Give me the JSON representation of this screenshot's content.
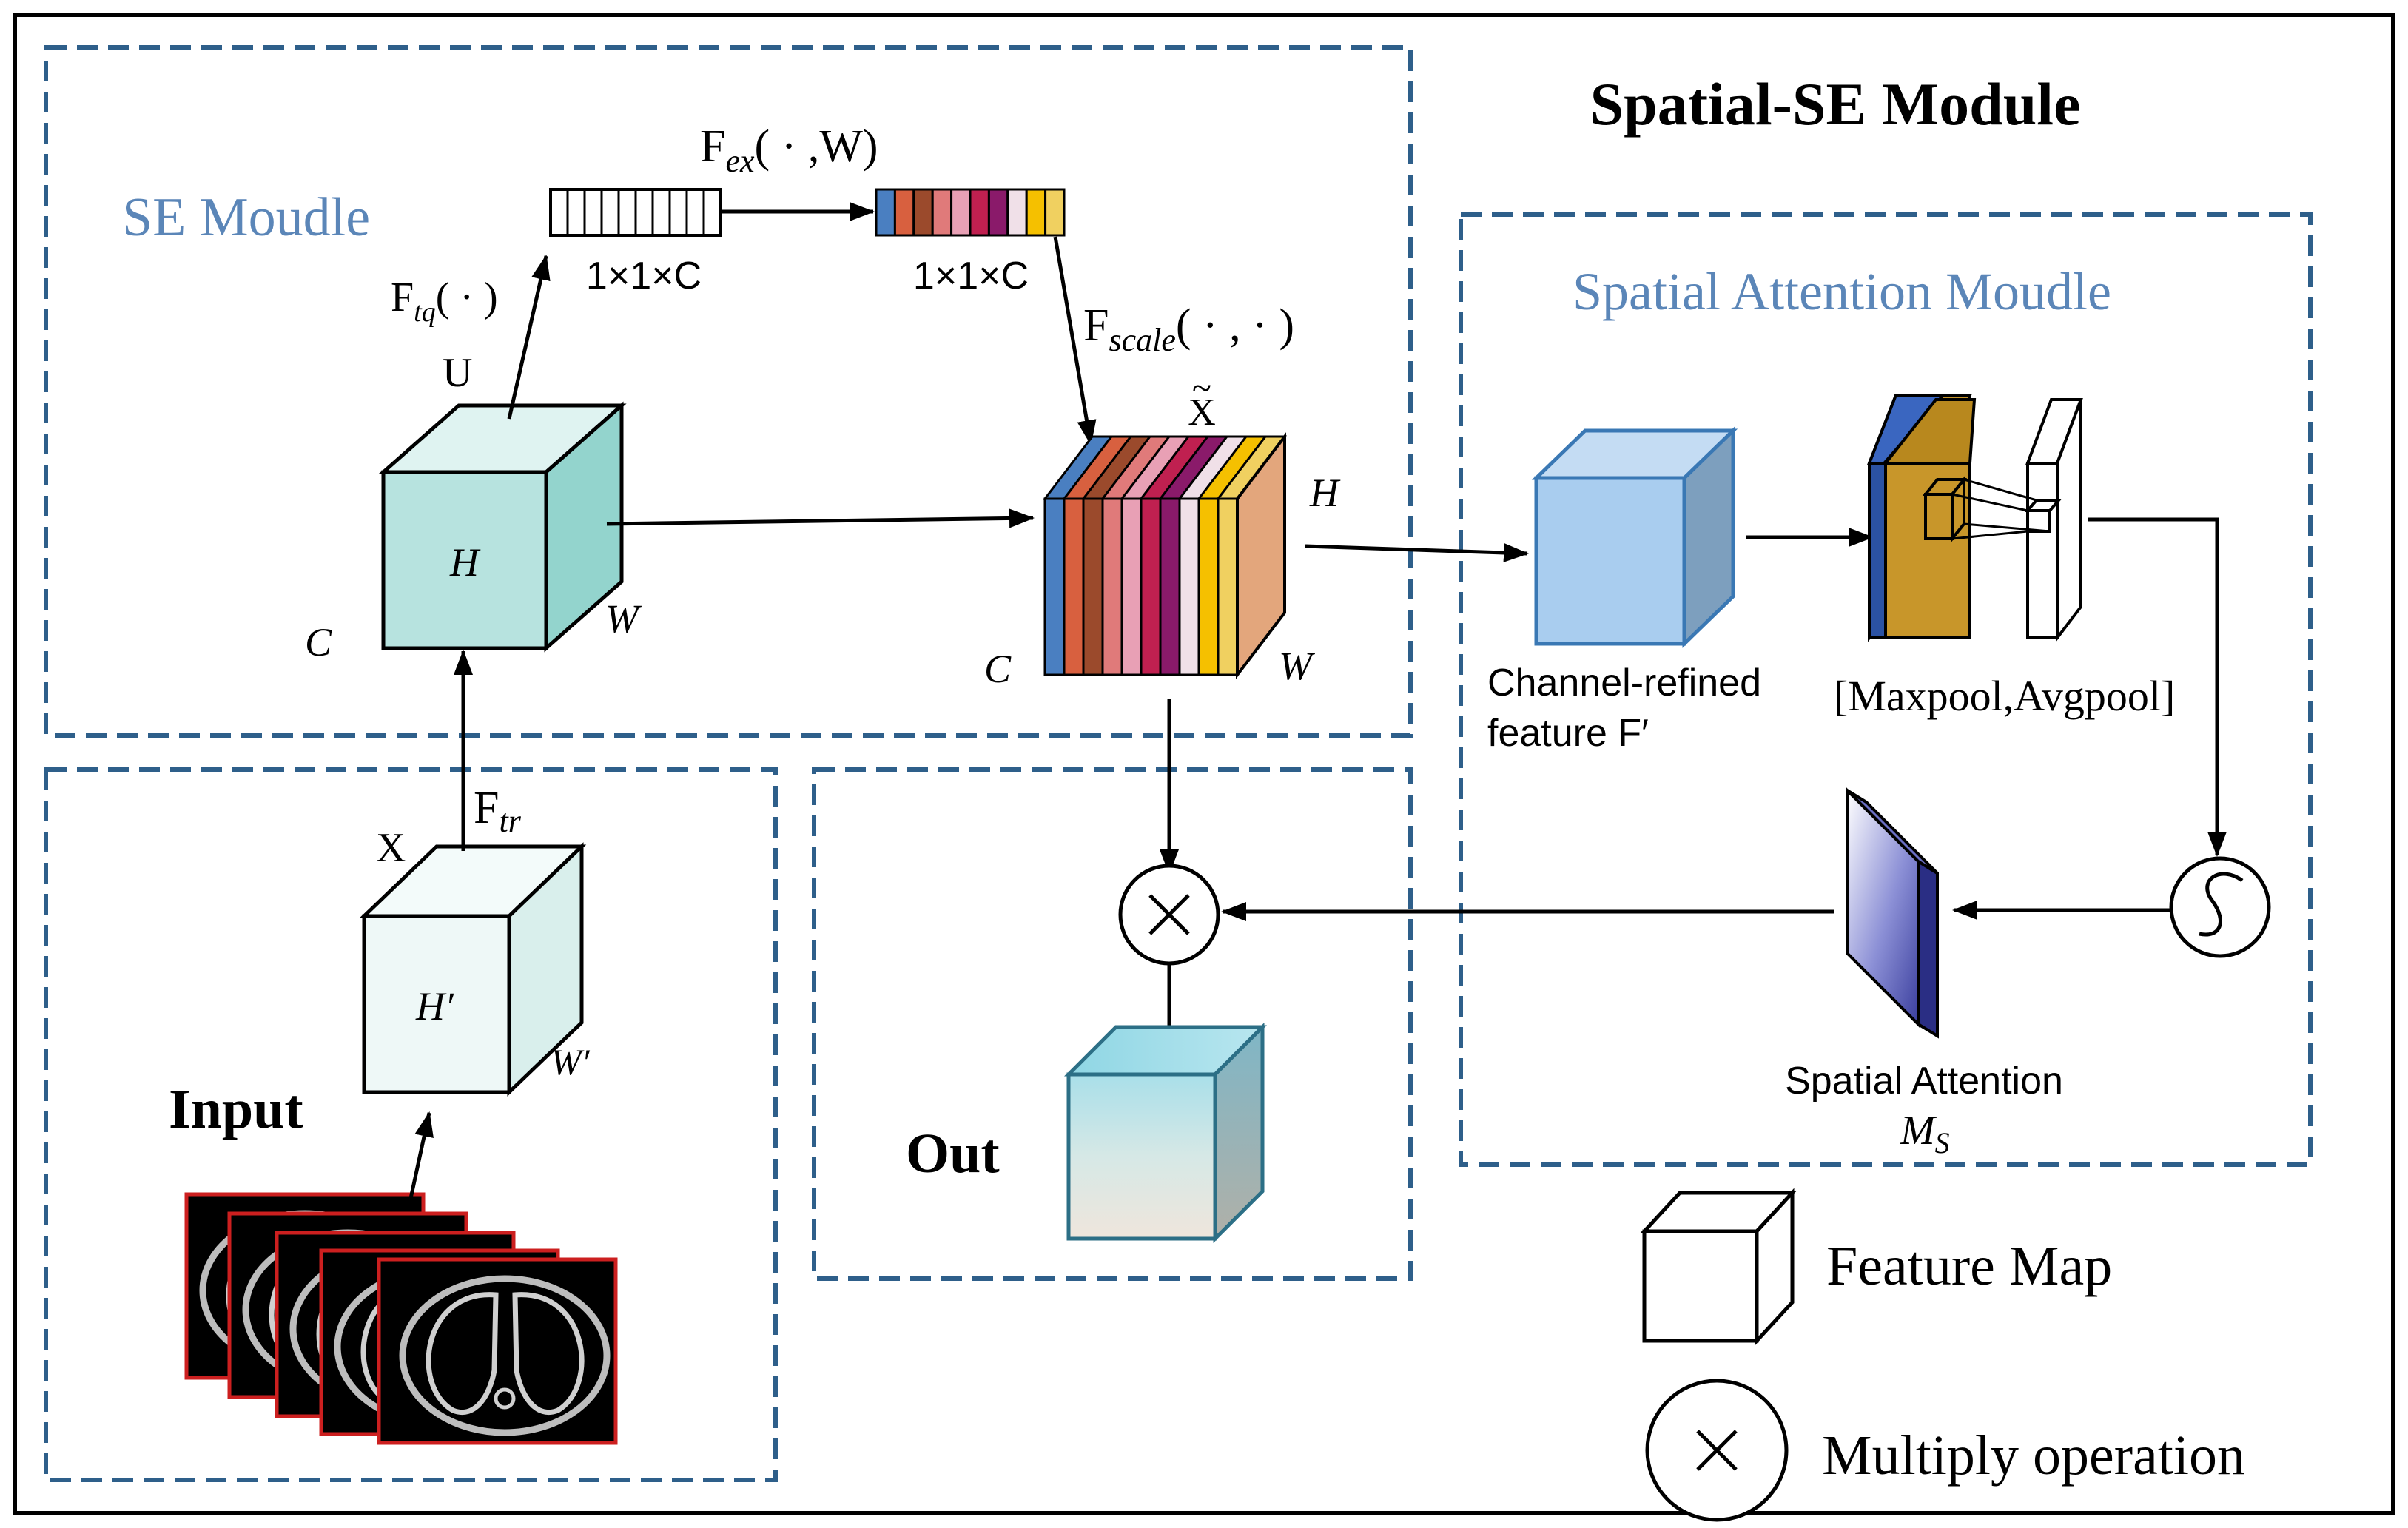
{
  "title": "Spatial-SE Module",
  "se_module": {
    "label": "SE Moudle",
    "squeeze_vec_dim": "1×1×C",
    "excite_vec_dim": "1×1×C",
    "f_tq_base": "F",
    "f_tq_sub": "tq",
    "f_tq_args": "( · )",
    "f_ex_base": "F",
    "f_ex_sub": "ex",
    "f_ex_args": "( · ,W)",
    "f_scale_base": "F",
    "f_scale_sub": "scale",
    "f_scale_args": "( · , · )",
    "u_label": "U",
    "u_h": "H",
    "u_c": "C",
    "u_w": "W",
    "xt_label": "X",
    "xt_tilde": "~",
    "xt_h": "H",
    "xt_c": "C",
    "xt_w": "W"
  },
  "input": {
    "label": "Input",
    "x_label": "X",
    "f_tr_base": "F",
    "f_tr_sub": "tr",
    "h_prime": "H′",
    "w_prime": "W′"
  },
  "out": {
    "label": "Out"
  },
  "spatial_attention": {
    "label": "Spatial Attention Moudle",
    "feature_line1": "Channel-refined",
    "feature_line2": "feature F′",
    "pool_label": "[Maxpool,Avgpool]",
    "map_label": "Spatial Attention",
    "map_symbol_base": "M",
    "map_symbol_sub": "S"
  },
  "legend": {
    "feature_map": "Feature Map",
    "multiply": "Multiply operation"
  },
  "colors": {
    "dashed_border": "#2e5f8a",
    "se_label": "#5b86b8",
    "cube_u_front": "#b7e3df",
    "cube_u_side": "#93d4cd",
    "cube_f_front": "#a9cdef",
    "cube_f_side": "#7d9fbe",
    "stripe_colors": [
      "#4a7fc1",
      "#d8603f",
      "#9b4a2c",
      "#e07a7a",
      "#e8a0b5",
      "#c02050",
      "#8a1a6a",
      "#f0e0e8",
      "#f5c000",
      "#f0d060"
    ]
  }
}
